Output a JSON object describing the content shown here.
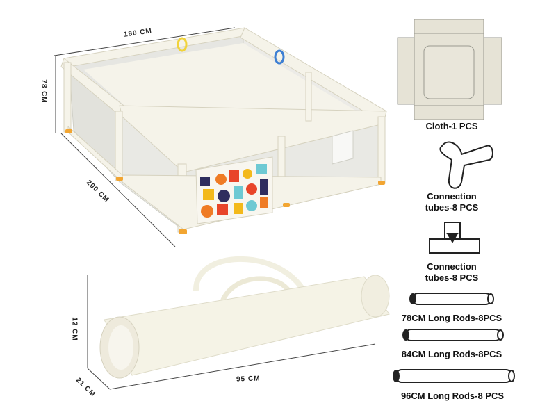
{
  "dimensions": {
    "width": "180 CM",
    "height": "78 CM",
    "depth": "200 CM",
    "bag_height": "12 CM",
    "bag_depth": "21 CM",
    "bag_length": "95 CM"
  },
  "parts": [
    {
      "label_line1": "Cloth-1 PCS",
      "label_line2": ""
    },
    {
      "label_line1": "Connection",
      "label_line2": "tubes-8 PCS"
    },
    {
      "label_line1": "Connection",
      "label_line2": "tubes-8 PCS"
    },
    {
      "label_line1": "78CM Long Rods-8PCS",
      "label_line2": ""
    },
    {
      "label_line1": "84CM Long Rods-8PCS",
      "label_line2": ""
    },
    {
      "label_line1": "96CM Long Rods-8 PCS",
      "label_line2": ""
    }
  ],
  "colors": {
    "frame": "#f3f1e6",
    "frame_stroke": "#d6d2bf",
    "mesh": "#e6e6e2",
    "cloth": "#e6e3d6",
    "foot": "#f2a531",
    "line": "#444444"
  }
}
